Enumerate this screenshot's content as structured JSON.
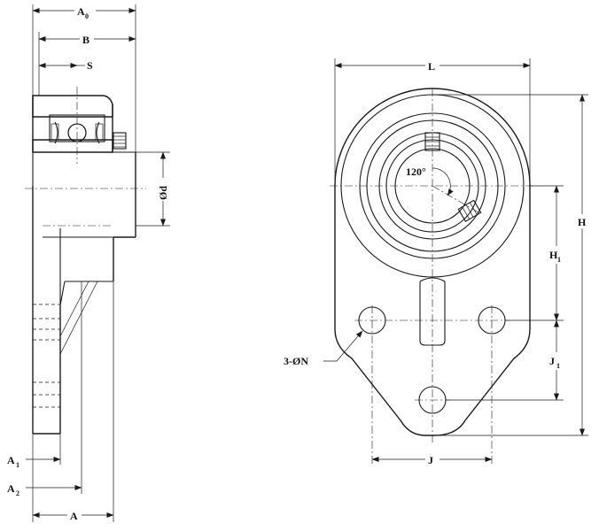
{
  "diagram": {
    "side_view": {
      "labels": {
        "a0": "A",
        "a0_sub": "0",
        "b": "B",
        "s": "S",
        "d": "Ød",
        "a1": "A",
        "a1_sub": "1",
        "a2": "A",
        "a2_sub": "2",
        "a": "A"
      }
    },
    "front_view": {
      "labels": {
        "l": "L",
        "h": "H",
        "h1": "H",
        "h1_sub": "1",
        "j1": "J",
        "j1_sub": "1",
        "j": "J",
        "angle": "120°",
        "bolt_holes": "3-ØN"
      }
    }
  }
}
